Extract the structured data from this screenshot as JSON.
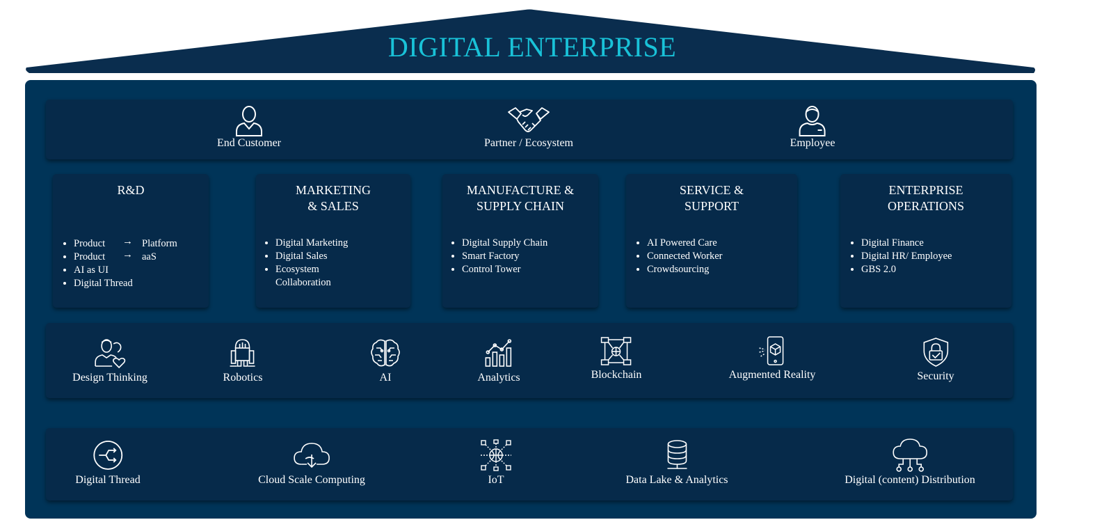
{
  "header": {
    "title": "DIGITAL ENTERPRISE"
  },
  "personas": [
    {
      "icon": "person-icon",
      "label": "End Customer"
    },
    {
      "icon": "handshake-icon",
      "label": "Partner / Ecosystem"
    },
    {
      "icon": "employee-icon",
      "label": "Employee"
    }
  ],
  "functions": [
    {
      "title": "R&D",
      "items": [
        "Product",
        "Product",
        "AI as UI",
        "Digital Thread"
      ],
      "arrow_targets": [
        "Platform",
        "aaS"
      ]
    },
    {
      "title": "MARKETING\n& SALES",
      "items": [
        "Digital Marketing",
        "Digital Sales",
        "Ecosystem",
        "Collaboration"
      ]
    },
    {
      "title": "MANUFACTURE &\nSUPPLY CHAIN",
      "items": [
        "Digital Supply Chain",
        "Smart Factory",
        "Control Tower"
      ]
    },
    {
      "title": "SERVICE &\nSUPPORT",
      "items": [
        "AI Powered Care",
        "Connected Worker",
        "Crowdsourcing"
      ]
    },
    {
      "title": "ENTERPRISE\nOPERATIONS",
      "items": [
        "Digital Finance",
        "Digital HR/ Employee",
        "GBS 2.0"
      ]
    }
  ],
  "technologies": [
    {
      "icon": "design-thinking-icon",
      "label": "Design Thinking"
    },
    {
      "icon": "robot-icon",
      "label": "Robotics"
    },
    {
      "icon": "brain-icon",
      "label": "AI"
    },
    {
      "icon": "analytics-chart-icon",
      "label": "Analytics"
    },
    {
      "icon": "blockchain-network-icon",
      "label": "Blockchain"
    },
    {
      "icon": "ar-phone-icon",
      "label": "Augmented Reality"
    },
    {
      "icon": "shield-lock-icon",
      "label": "Security"
    }
  ],
  "foundations": [
    {
      "icon": "digital-thread-icon",
      "label": "Digital Thread"
    },
    {
      "icon": "cloud-icon",
      "label": "Cloud Scale Computing"
    },
    {
      "icon": "iot-globe-icon",
      "label": "IoT"
    },
    {
      "icon": "database-icon",
      "label": "Data Lake & Analytics"
    },
    {
      "icon": "cloud-distribution-icon",
      "label": "Digital (content) Distribution"
    }
  ],
  "colors": {
    "navy": "#003458",
    "panel": "#062a4a",
    "title": "#19c2d8"
  }
}
